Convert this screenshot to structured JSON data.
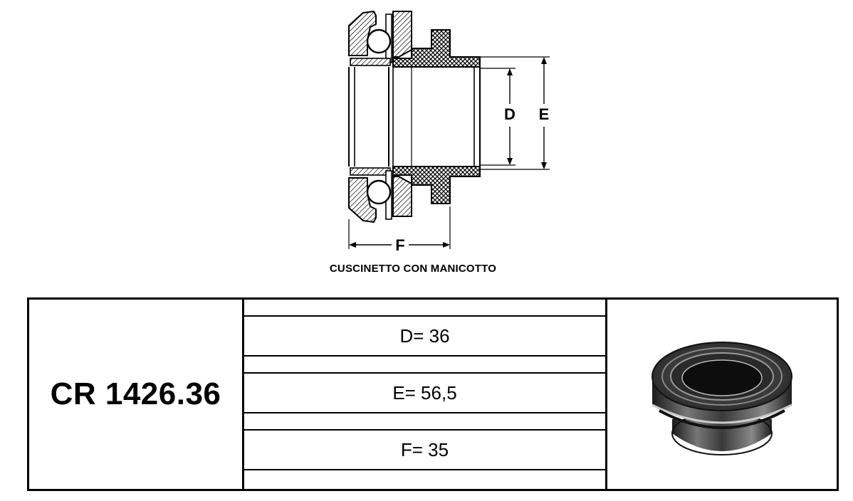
{
  "drawing": {
    "labels": {
      "d": "D",
      "e": "E",
      "f": "F"
    }
  },
  "caption": "CUSCINETTO CON MANICOTTO",
  "table": {
    "code": "CR 1426.36",
    "dimensions": [
      {
        "label": "D= 36"
      },
      {
        "label": "E= 56,5"
      },
      {
        "label": "F= 35"
      }
    ]
  }
}
